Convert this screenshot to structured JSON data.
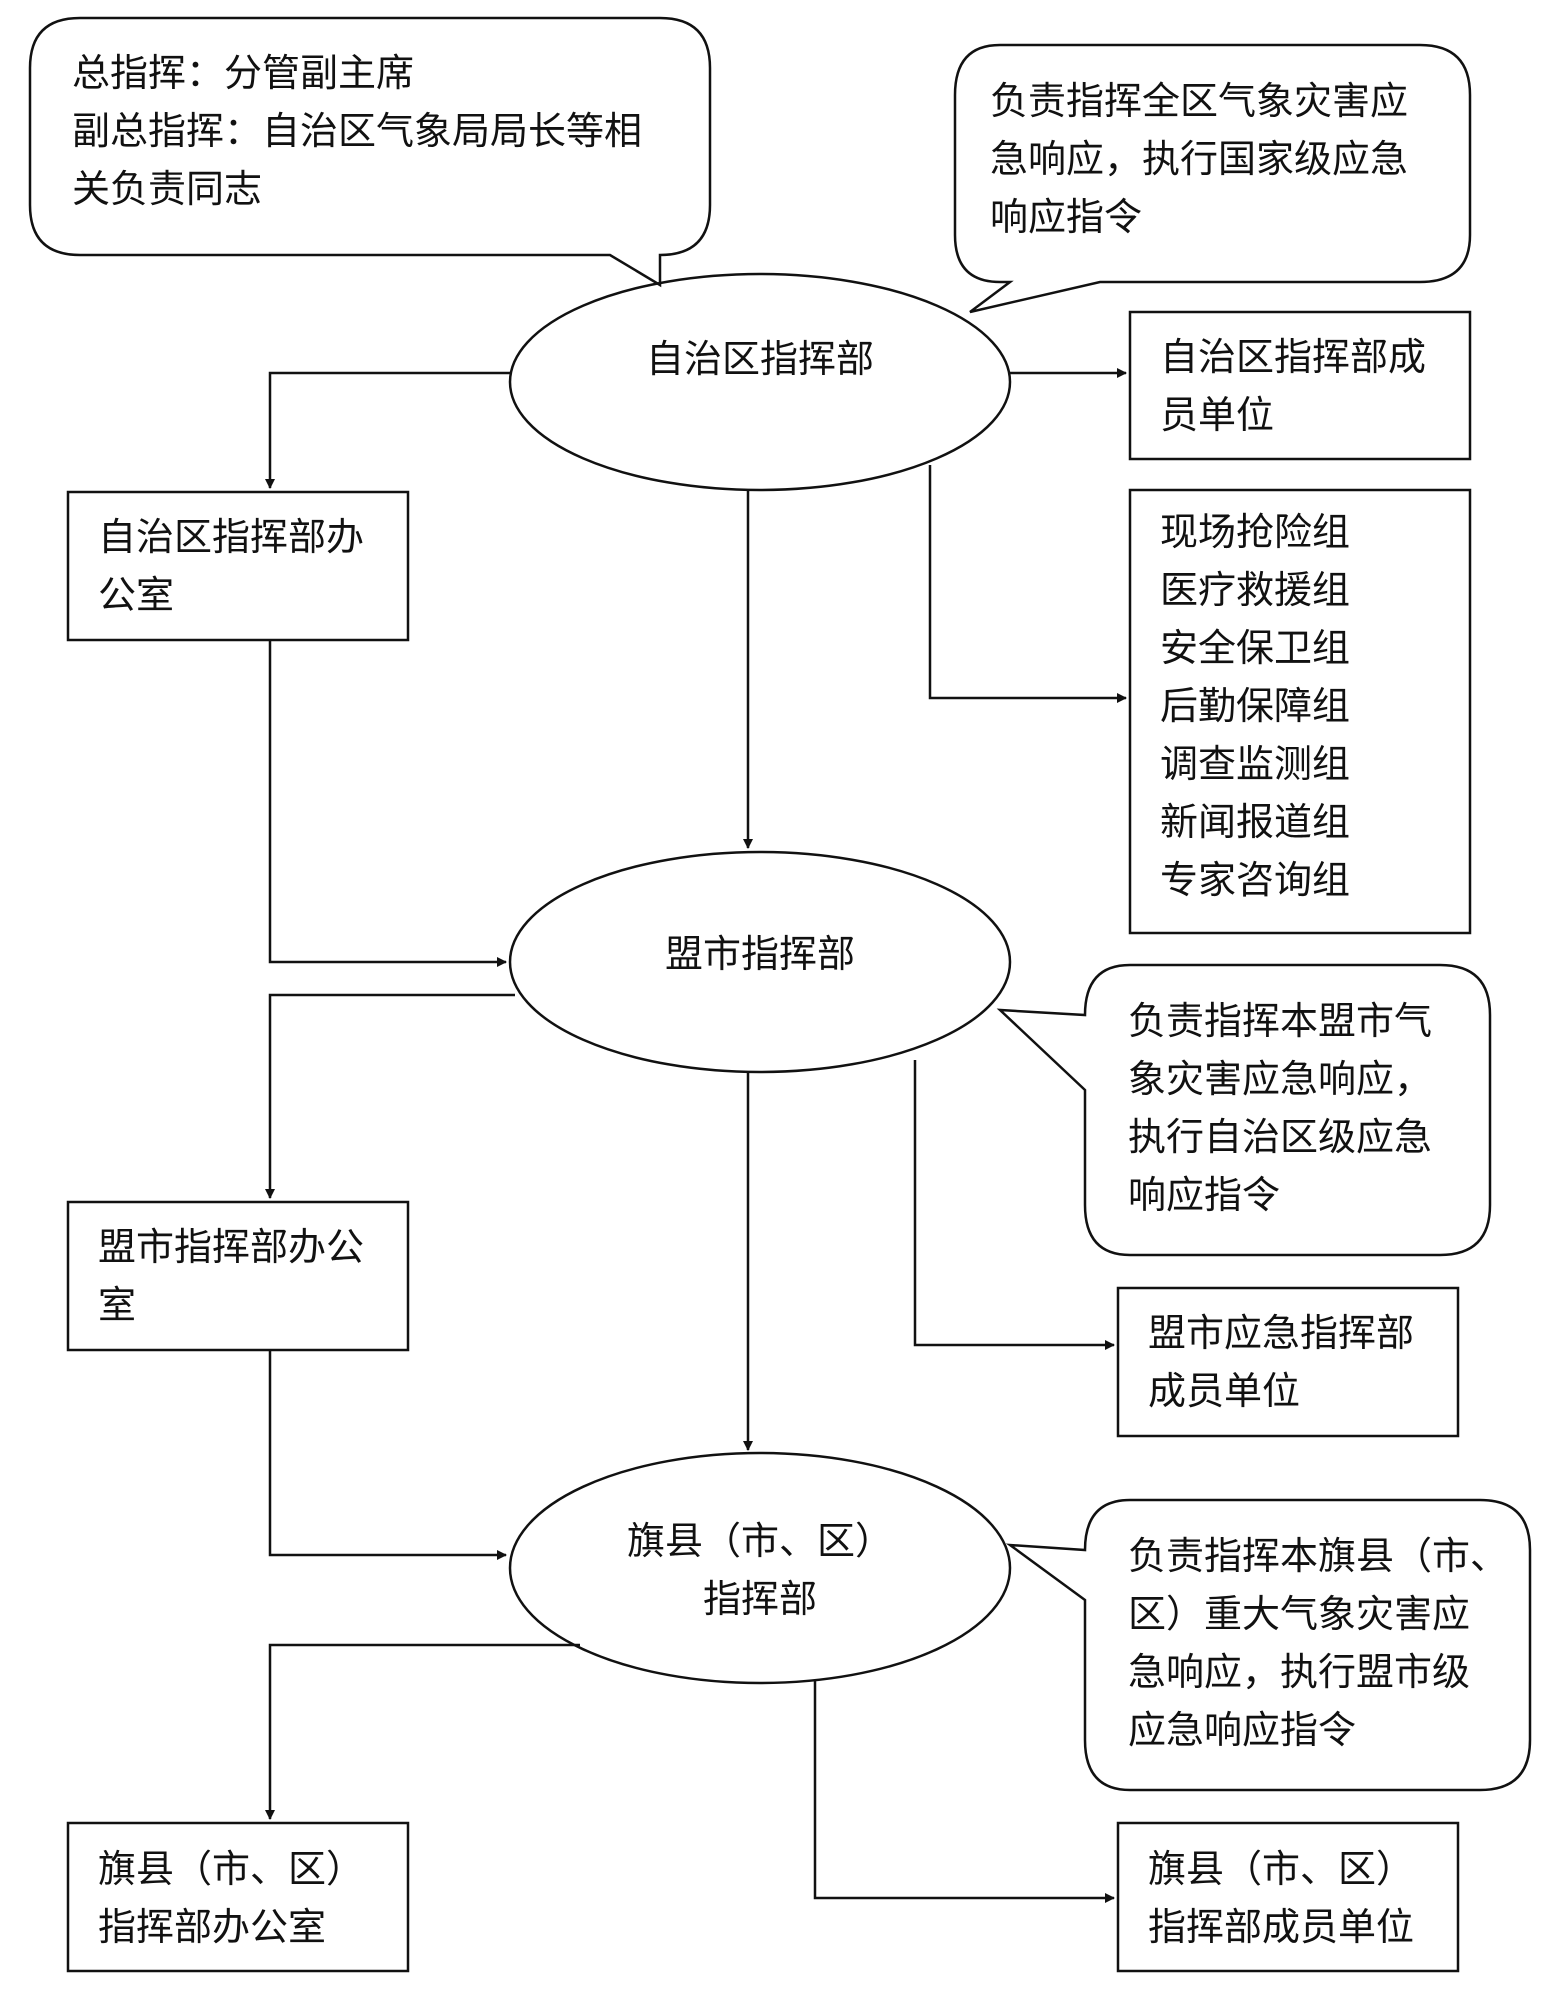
{
  "nodes": {
    "region_hq": {
      "label": "自治区指挥部"
    },
    "league_hq": {
      "label": "盟市指挥部"
    },
    "county_hq": {
      "lines": [
        "旗县（市、区）",
        "指挥部"
      ]
    }
  },
  "boxes": {
    "region_members": {
      "lines": [
        "自治区指挥部成",
        "员单位"
      ]
    },
    "region_office": {
      "lines": [
        "自治区指挥部办",
        "公室"
      ]
    },
    "groups": {
      "lines": [
        "现场抢险组",
        "医疗救援组",
        "安全保卫组",
        "后勤保障组",
        "调查监测组",
        "新闻报道组",
        "专家咨询组"
      ]
    },
    "league_office": {
      "lines": [
        "盟市指挥部办公",
        "室"
      ]
    },
    "league_members": {
      "lines": [
        "盟市应急指挥部",
        "成员单位"
      ]
    },
    "county_office": {
      "lines": [
        "旗县（市、区）",
        "指挥部办公室"
      ]
    },
    "county_members": {
      "lines": [
        "旗县（市、区）",
        "指挥部成员单位"
      ]
    }
  },
  "callouts": {
    "commanders": {
      "lines": [
        "总指挥：分管副主席",
        "副总指挥：自治区气象局局长等相",
        "关负责同志"
      ]
    },
    "region_duty": {
      "lines": [
        "负责指挥全区气象灾害应",
        "急响应，执行国家级应急",
        "响应指令"
      ]
    },
    "league_duty": {
      "lines": [
        "负责指挥本盟市气",
        "象灾害应急响应，",
        "执行自治区级应急",
        "响应指令"
      ]
    },
    "county_duty": {
      "lines": [
        "负责指挥本旗县（市、",
        "区）重大气象灾害应",
        "急响应，执行盟市级",
        "应急响应指令"
      ]
    }
  }
}
